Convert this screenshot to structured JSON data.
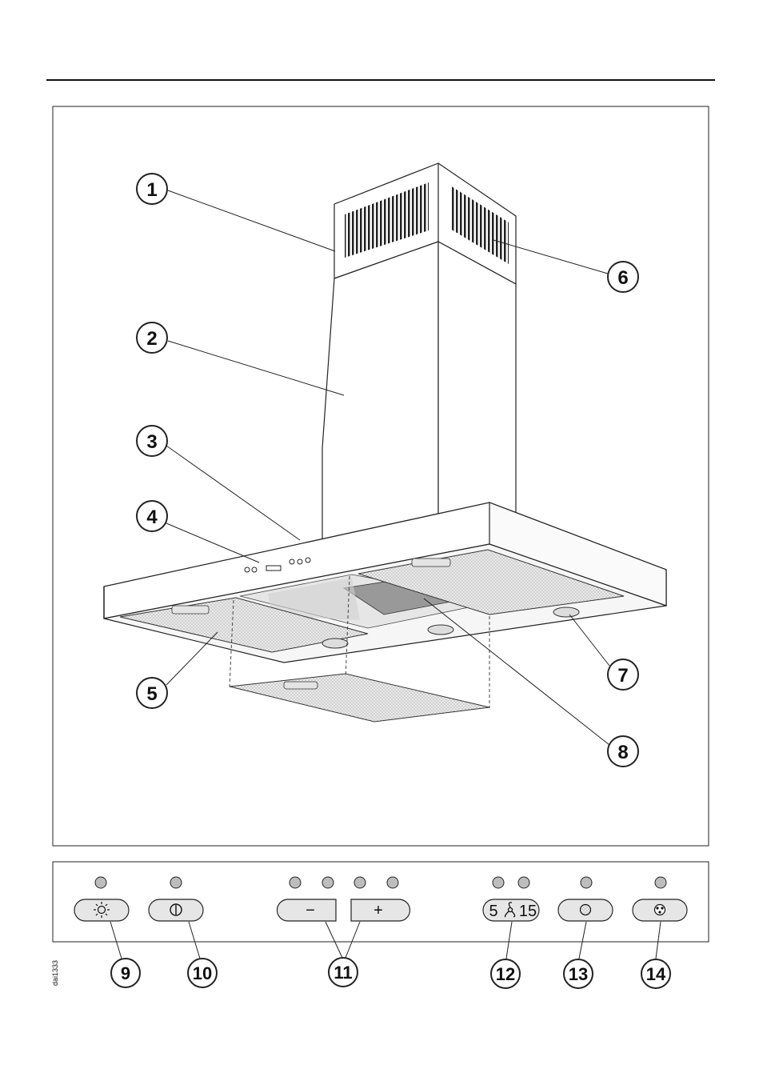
{
  "diagram": {
    "callouts": [
      "1",
      "2",
      "3",
      "4",
      "5",
      "6",
      "7",
      "8"
    ],
    "panel_callouts": [
      "9",
      "10",
      "11",
      "12",
      "13",
      "14"
    ],
    "drawing_code": "dai1333"
  },
  "control_panel": {
    "buttons": [
      {
        "id": "light",
        "icon": "light-icon"
      },
      {
        "id": "power",
        "icon": "power-icon"
      },
      {
        "id": "minus",
        "label": "−"
      },
      {
        "id": "plus",
        "label": "+"
      },
      {
        "id": "timer",
        "label_left": "5",
        "label_right": "15",
        "icon": "fan-icon"
      },
      {
        "id": "grease-filter",
        "icon": "grease-filter-icon"
      },
      {
        "id": "charcoal-filter",
        "icon": "charcoal-filter-icon"
      }
    ]
  }
}
